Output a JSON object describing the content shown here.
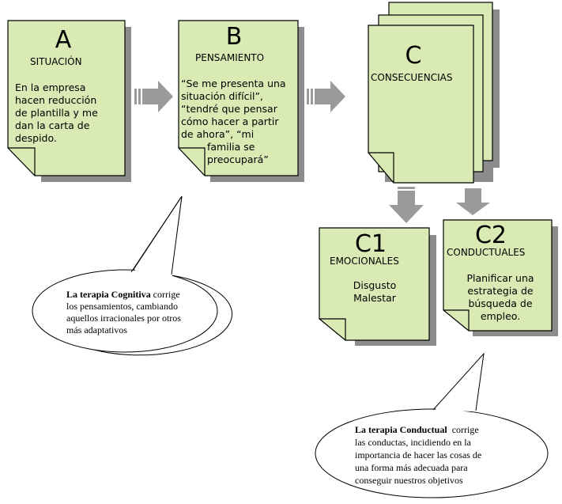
{
  "colors": {
    "card_fill": "#d9eab4",
    "card_border": "#000000",
    "shadow": "#8c8c8c",
    "arrow": "#9a9a9a",
    "bubble_fill": "#ffffff"
  },
  "cards": {
    "a": {
      "letter": "A",
      "title": "SITUACIÓN",
      "lines": [
        "En la empresa",
        "hacen reducción",
        "de plantilla  y me",
        "dan la carta de",
        "despido."
      ]
    },
    "b": {
      "letter": "B",
      "title": "PENSAMIENTO",
      "lines": [
        "“Se me presenta una",
        "situación difícil”,",
        "“tendré que pensar",
        "cómo hacer a partir",
        "de ahora”, “mi",
        "familia se",
        "preocupará”"
      ]
    },
    "c": {
      "letter": "C",
      "title": "CONSECUENCIAS"
    },
    "c1": {
      "letter": "C1",
      "title": "EMOCIONALES",
      "lines": [
        "Disgusto",
        "Malestar"
      ]
    },
    "c2": {
      "letter": "C2",
      "title": "CONDUCTUALES",
      "lines": [
        "Planificar una",
        "estrategia de",
        "búsqueda de",
        "empleo."
      ]
    }
  },
  "bubbles": {
    "cognitiva": {
      "bold": "La terapia Cognitiva",
      "rest_first": " corrige",
      "lines": [
        "los pensamientos, cambiando",
        "aquellos irracionales por otros",
        "más adaptativos"
      ]
    },
    "conductual": {
      "bold": "La terapia Conductual",
      "rest_first": "  corrige",
      "lines": [
        "las conductas, incidiendo en la",
        "importancia de hacer las cosas de",
        "una forma más adecuada para",
        "conseguir nuestros objetivos"
      ]
    }
  },
  "icons": {
    "arrow_right": "arrow-right-icon",
    "arrow_down": "arrow-down-icon"
  }
}
